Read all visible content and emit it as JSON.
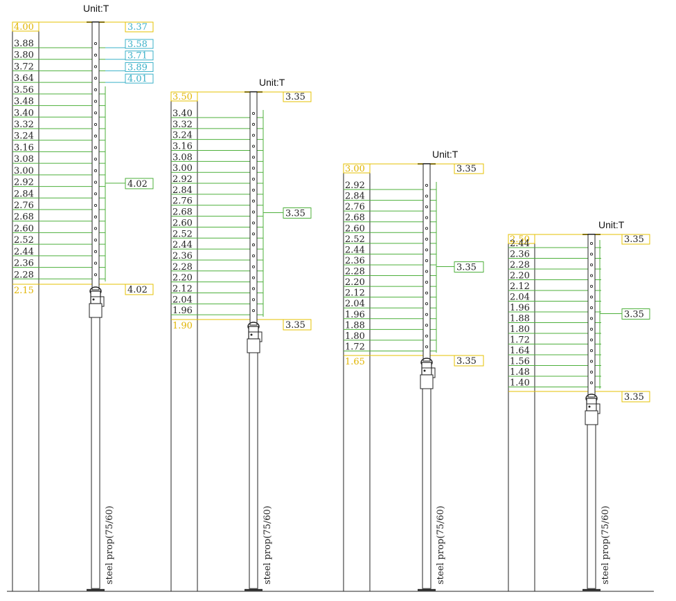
{
  "colors": {
    "yellow": "#e6c200",
    "green": "#4caf3a",
    "cyan": "#3ab0c8",
    "line": "#222222"
  },
  "props": [
    {
      "unit": "Unit:T",
      "label": "steel prop(75/60)",
      "top_height": "4.00",
      "heights": [
        "3.88",
        "3.80",
        "3.72",
        "3.64",
        "3.56",
        "3.48",
        "3.40",
        "3.32",
        "3.24",
        "3.16",
        "3.08",
        "3.00",
        "2.92",
        "2.84",
        "2.76",
        "2.68",
        "2.60",
        "2.52",
        "2.44",
        "2.36",
        "2.28"
      ],
      "bottom_height": "2.15",
      "top_capacity": "3.37",
      "cyan_capacities": [
        "3.58",
        "3.71",
        "3.89",
        "4.01"
      ],
      "mid_capacity": "4.02",
      "bottom_capacity": "4.02"
    },
    {
      "unit": "Unit:T",
      "label": "steel prop(75/60)",
      "top_height": "3.50",
      "heights": [
        "3.40",
        "3.32",
        "3.24",
        "3.16",
        "3.08",
        "3.00",
        "2.92",
        "2.84",
        "2.76",
        "2.68",
        "2.60",
        "2.52",
        "2.44",
        "2.36",
        "2.28",
        "2.20",
        "2.12",
        "2.04",
        "1.96"
      ],
      "bottom_height": "1.90",
      "top_capacity": "3.35",
      "cyan_capacities": [],
      "mid_capacity": "3.35",
      "bottom_capacity": "3.35"
    },
    {
      "unit": "Unit:T",
      "label": "steel prop(75/60)",
      "top_height": "3.00",
      "heights": [
        "2.92",
        "2.84",
        "2.76",
        "2.68",
        "2.60",
        "2.52",
        "2.44",
        "2.36",
        "2.28",
        "2.20",
        "2.12",
        "2.04",
        "1.96",
        "1.88",
        "1.80",
        "1.72"
      ],
      "bottom_height": "1.65",
      "top_capacity": "3.35",
      "cyan_capacities": [],
      "mid_capacity": "3.35",
      "bottom_capacity": "3.35"
    },
    {
      "unit": "Unit:T",
      "label": "steel prop(75/60)",
      "top_height": "2.50",
      "heights": [
        "2.44",
        "2.36",
        "2.28",
        "2.20",
        "2.12",
        "2.04",
        "1.96",
        "1.88",
        "1.80",
        "1.72",
        "1.64",
        "1.56",
        "1.48",
        "1.40"
      ],
      "bottom_height": "",
      "top_capacity": "3.35",
      "cyan_capacities": [],
      "mid_capacity": "3.35",
      "bottom_capacity": "3.35"
    }
  ]
}
